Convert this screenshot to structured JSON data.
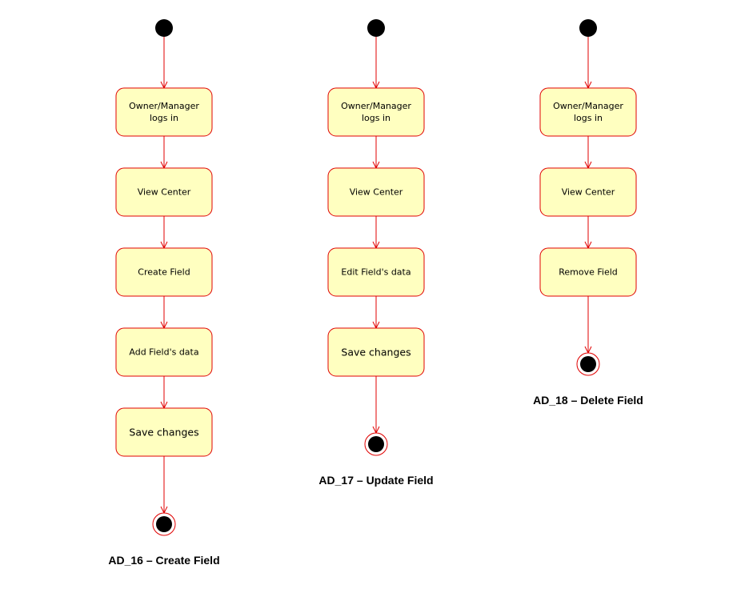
{
  "colors": {
    "stroke": "#e00000",
    "node_fill": "#ffffc0",
    "dot": "#000000",
    "background": "#ffffff"
  },
  "diagrams": [
    {
      "id": "ad16",
      "caption": "AD_16  –  Create Field",
      "nodes": [
        {
          "lines": [
            "Owner/Manager",
            "logs in"
          ],
          "size": "small"
        },
        {
          "lines": [
            "View Center"
          ],
          "size": "small"
        },
        {
          "lines": [
            "Create Field"
          ],
          "size": "small"
        },
        {
          "lines": [
            "Add Field's data"
          ],
          "size": "small"
        },
        {
          "lines": [
            "Save changes"
          ],
          "size": "large"
        }
      ]
    },
    {
      "id": "ad17",
      "caption": "AD_17  –  Update Field",
      "nodes": [
        {
          "lines": [
            "Owner/Manager",
            "logs in"
          ],
          "size": "small"
        },
        {
          "lines": [
            "View Center"
          ],
          "size": "small"
        },
        {
          "lines": [
            "Edit Field's data"
          ],
          "size": "small"
        },
        {
          "lines": [
            "Save changes"
          ],
          "size": "large"
        }
      ]
    },
    {
      "id": "ad18",
      "caption": "AD_18  –  Delete Field",
      "nodes": [
        {
          "lines": [
            "Owner/Manager",
            "logs in"
          ],
          "size": "small"
        },
        {
          "lines": [
            "View Center"
          ],
          "size": "small"
        },
        {
          "lines": [
            "Remove Field"
          ],
          "size": "small"
        }
      ]
    }
  ]
}
